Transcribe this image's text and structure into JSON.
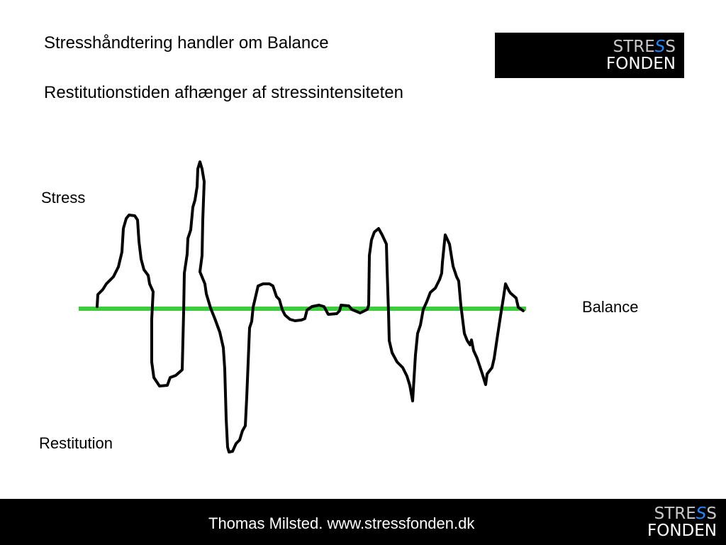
{
  "slide": {
    "title_line1": "Stresshåndtering handler om Balance",
    "title_line2": "Restitutionstiden afhænger af stressintensiteten"
  },
  "logo": {
    "line1_a": "STRE",
    "line1_accent": "S",
    "line1_b": "S",
    "line2": "FONDEN"
  },
  "diagram": {
    "label_stress": "Stress",
    "label_restitution": "Restitution",
    "label_balance": "Balance",
    "balance_color": "#3ccc3c",
    "curve_color": "#000000"
  },
  "footer": {
    "text": "Thomas Milsted. www.stressfonden.dk"
  }
}
